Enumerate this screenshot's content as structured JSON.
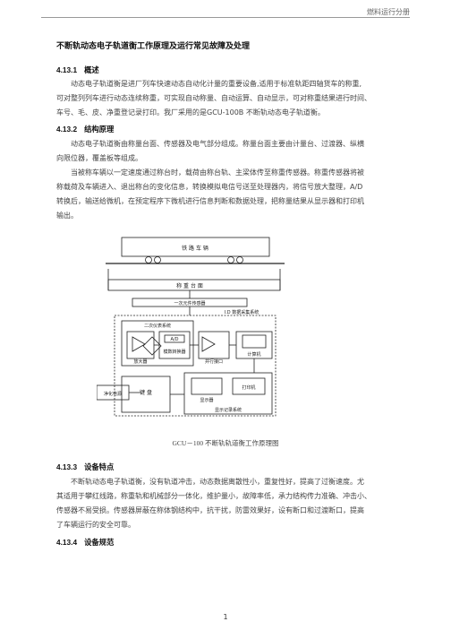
{
  "header": {
    "text": "燃料运行分册"
  },
  "title": "不断轨动态电子轨道衡工作原理及运行常见故障及处理",
  "sections": [
    {
      "num": "4.13.1",
      "title": "概述"
    },
    {
      "num": "4.13.2",
      "title": "结构原理"
    },
    {
      "num": "4.13.3",
      "title": "设备特点"
    },
    {
      "num": "4.13.4",
      "title": "设备规范"
    }
  ],
  "paragraphs": {
    "p1_lines": [
      "动态电子轨道衡是进厂列车快速动态自动化计量的重要设备,适用于标准轨距四轴货车的称重,",
      "可对整列列车进行动态连续称重，可实现自动称量、自动运算、自动显示，可对称重结果进行时间、",
      "车号、毛、皮、净重登记录打印。我厂采用的是GCU-100B 不断轨动态电子轨道衡。"
    ],
    "p2_lines": [
      "动态电子轨道衡由称量台面、传感器及电气部分组成。称量台面主要由计量台、过渡器、纵横",
      "向限位器，覆盖板等组成。"
    ],
    "p3_lines": [
      "当被称车辆以一定速度通过称台时，载荷由称台轨、主梁体传至称重传感器。称重传感器将被",
      "称载荷及车辆进入、退出称台的变化信息，转换模拟电信号送至处理器内，将信号放大整理，A/D",
      "转换后，输送给微机，在预定程序下微机进行信息判断和数据处理，把称量结果从显示器和打印机",
      "输出。"
    ],
    "p4_lines": [
      "不断轨动态电子轨道衡，没有轨道冲击，动态数据离散性小，重复性好，提高了过衡速度。尤",
      "其适用于攀红线路，称重轨和机械部分一体化，维护量小，故障率低，承力结构传力准确、冲击小、",
      "传感器不易受损。传感器屏蔽在称体钢结构中，抗干扰，防雷效果好，设有断口和过渡断口，提高",
      "了车辆运行的安全可靠。"
    ]
  },
  "diagram": {
    "rail_car": "铁 路 车 辆",
    "weigh_table": "称 重 台 面",
    "sensor": "一次元件传感器",
    "processor": "I.D 数据采集系统",
    "secondary": "二次仪表系统",
    "amplifier": "放大器",
    "ad": "A/D",
    "ad_converter": "模数转换器",
    "parallel_port": "并行接口",
    "computer": "计算机",
    "keyboard": "键 盘",
    "monitor": "显示器",
    "printer": "打印机",
    "display_record": "显示记录系统",
    "power": "净化电源"
  },
  "caption": "GCU－100 不断轨轨道衡工作原理图",
  "page_number": "1"
}
